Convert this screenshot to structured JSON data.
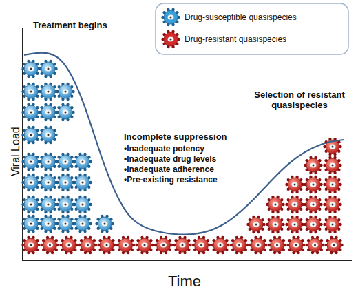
{
  "diagram": {
    "labels": [
      "Treatment begins",
      "Incomplete suppression",
      "•Inadequate potency",
      "•Inadequate drug levels",
      "•Inadequate adherence",
      "•Pre-existing resistance",
      "Selection of resistant quasispecies",
      "Viral Load",
      "Time"
    ],
    "legend": [
      {
        "text": "Drug-susceptible quasispecies",
        "color": "#3a9fd8"
      },
      {
        "text": "Drug-resistant quasispecies",
        "color": "#d42a2a"
      }
    ]
  }
}
